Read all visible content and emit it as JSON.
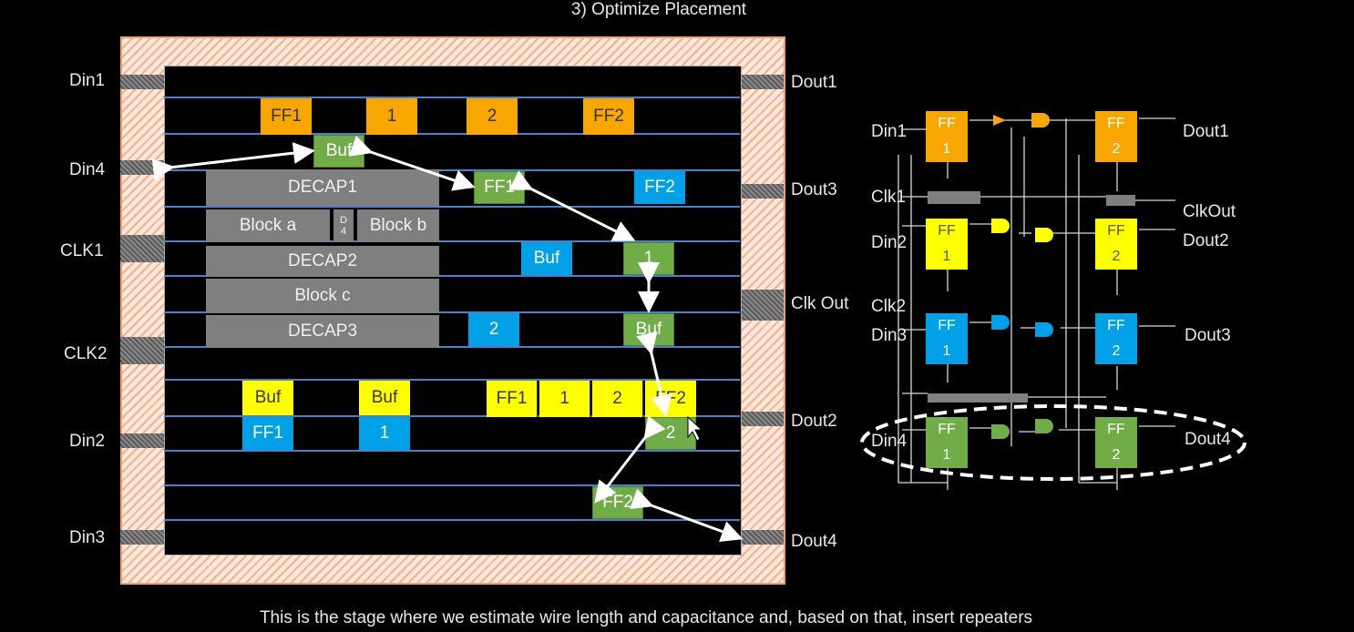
{
  "title": "3) Optimize Placement",
  "caption": "This is the stage where we estimate wire length and capacitance and, based on that, insert repeaters",
  "pins_left": [
    "Din1",
    "Din4",
    "CLK1",
    "CLK2",
    "Din2",
    "Din3"
  ],
  "pins_right": [
    "Dout1",
    "Dout3",
    "Clk Out",
    "Dout2",
    "Dout4"
  ],
  "cells": {
    "ff1_o": "FF1",
    "c1_o": "1",
    "c2_o": "2",
    "ff2_o": "FF2",
    "buf_g1": "Buf",
    "ff1_g": "FF1",
    "c1_g": "1",
    "buf_g2": "Buf",
    "c2_g": "2",
    "ff2_g": "FF2",
    "ff2_b": "FF2",
    "buf_b": "Buf",
    "c2_b": "2",
    "ff1_b": "FF1",
    "c1_b": "1",
    "decap1": "DECAP1",
    "block_a": "Block a",
    "d4_top": "D",
    "d4_bot": "4",
    "block_b": "Block b",
    "decap2": "DECAP2",
    "block_c": "Block c",
    "decap3": "DECAP3",
    "buf_y1": "Buf",
    "buf_y2": "Buf",
    "ff1_y": "FF1",
    "c1_y": "1",
    "c2_y": "2",
    "ff2_y": "FF2"
  },
  "schematic": {
    "inputs": [
      "Din1",
      "Clk1",
      "Din2",
      "Clk2",
      "Din3",
      "Din4"
    ],
    "outputs": [
      "Dout1",
      "ClkOut",
      "Dout2",
      "Dout3",
      "Dout4"
    ],
    "ff_name": "FF",
    "ff_1": "1",
    "ff_2": "2"
  },
  "colors": {
    "orange": "#f7a700",
    "green": "#70ad47",
    "blue": "#00a1e6",
    "yellow": "#ffff00",
    "gray": "#7f7f7f",
    "row": "#4a7fd0"
  }
}
